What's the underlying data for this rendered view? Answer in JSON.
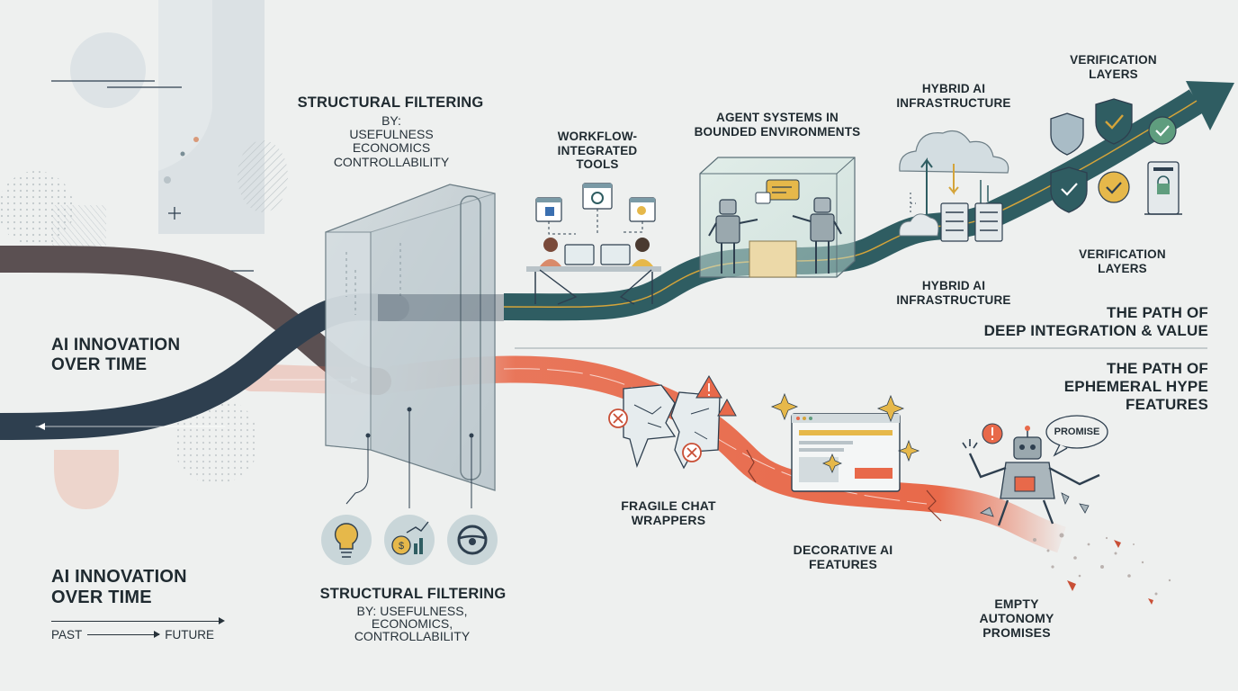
{
  "left": {
    "title_top": "AI INNOVATION OVER TIME",
    "title_bottom": "AI INNOVATION OVER TIME",
    "timeline": {
      "past": "PAST",
      "future": "FUTURE"
    }
  },
  "filter": {
    "title_top": "STRUCTURAL FILTERING",
    "by_top": "BY:",
    "criteria_top": [
      "USEFULNESS",
      "ECONOMICS",
      "CONTROLLABILITY"
    ],
    "title_bottom": "STRUCTURAL FILTERING",
    "criteria_bottom": [
      "BY: USEFULNESS,",
      "ECONOMICS,",
      "CONTROLLABILITY"
    ],
    "icons": [
      "lightbulb-icon",
      "coin-growth-icon",
      "steering-wheel-icon"
    ]
  },
  "deep_path": {
    "title_line1": "THE PATH OF",
    "title_line2": "DEEP INTEGRATION & VALUE",
    "color": "#2f5d62",
    "stages": [
      {
        "label": "WORKFLOW-INTEGRATED TOOLS",
        "icon": "team-workstation-icon"
      },
      {
        "label": "AGENT SYSTEMS IN BOUNDED ENVIRONMENTS",
        "icon": "robots-in-box-icon"
      },
      {
        "label": "HYBRID AI INFRASTRUCTURE",
        "icon": "cloud-server-icon"
      },
      {
        "label": "VERIFICATION LAYERS",
        "icon": "shield-check-icon"
      }
    ],
    "lower_labels": [
      "HYBRID AI INFRASTRUCTURE",
      "VERIFICATION LAYERS"
    ]
  },
  "hype_path": {
    "title_line1": "THE PATH OF",
    "title_line2": "EPHEMERAL HYPE",
    "title_line3": "FEATURES",
    "color": "#e8694a",
    "stages": [
      {
        "label": "FRAGILE CHAT WRAPPERS",
        "icon": "broken-chat-icon"
      },
      {
        "label": "DECORATIVE AI FEATURES",
        "icon": "sparkle-window-icon"
      },
      {
        "label": "EMPTY AUTONOMY PROMISES",
        "icon": "crumbling-robot-icon"
      }
    ],
    "promise_bubble": "PROMISE"
  },
  "colors": {
    "navy": "#2e3f4f",
    "teal": "#2f5d62",
    "orange": "#e8694a",
    "gold": "#d4a43a",
    "background": "#eef0ef"
  }
}
